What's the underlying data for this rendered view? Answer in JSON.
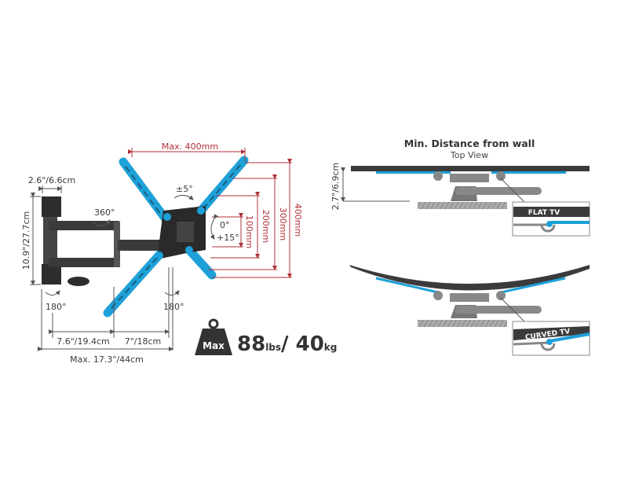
{
  "left_diagram": {
    "max_vesa": "Max. 400mm",
    "vesa_sizes": [
      "100mm",
      "200mm",
      "300mm",
      "400mm"
    ],
    "wall_plate_width": "2.6\"/6.6cm",
    "wall_plate_height": "10.9\"/27.7cm",
    "swivel_rotation": "360°",
    "level_adjust": "±5°",
    "tilt_top": "0°",
    "tilt_bottom": "+15°",
    "swivel_left": "180°",
    "swivel_right": "180°",
    "arm_segment_1": "7.6\"/19.4cm",
    "arm_segment_2": "7\"/18cm",
    "max_extension": "Max. 17.3\"/44cm"
  },
  "weight": {
    "icon_label": "Max",
    "lbs_value": "88",
    "lbs_unit": "lbs",
    "separator": "/",
    "kg_value": " 40",
    "kg_unit": "kg"
  },
  "right_diagram": {
    "title": "Min. Distance from wall",
    "subtitle": "Top View",
    "distance": "2.7\"/6.9cm",
    "flat_label": "FLAT TV",
    "curved_label": "CURVED TV"
  },
  "colors": {
    "accent": "#1ea0d8",
    "dimension": "#b03038",
    "dark": "#3b3b3b"
  }
}
